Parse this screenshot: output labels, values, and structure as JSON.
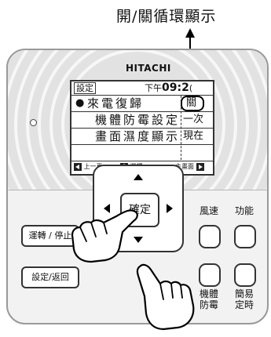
{
  "callout": {
    "label": "開/關循環顯示"
  },
  "remote": {
    "brand": "HITACHI",
    "lcd": {
      "mode_badge": "設定",
      "clock_prefix": "下午",
      "clock_time": "09:2",
      "clock_suffix": "(",
      "rows": [
        {
          "bullet": "●",
          "name": "來電復歸",
          "value": "關"
        },
        {
          "bullet": "",
          "name": "機體防霉設定",
          "value": "一次"
        },
        {
          "bullet": "",
          "name": "畫面濕度顯示",
          "value": "現在"
        },
        {
          "bullet": "",
          "name": "",
          "value": ""
        }
      ],
      "footer": {
        "prev": "上一頁",
        "select": "選擇",
        "home": "主畫面"
      }
    },
    "buttons": {
      "run_stop": "運轉 / 停止",
      "setting_back": "設定/返回",
      "confirm": "確定",
      "fan_speed": "風速",
      "function": "功能",
      "mold_line1": "機體",
      "mold_line2": "防霉",
      "timer_line1": "簡易",
      "timer_line2": "定時"
    }
  },
  "colors": {
    "panel_top": "#e2e2e2",
    "panel_bottom": "#f2f2f2",
    "ink": "#111111"
  }
}
